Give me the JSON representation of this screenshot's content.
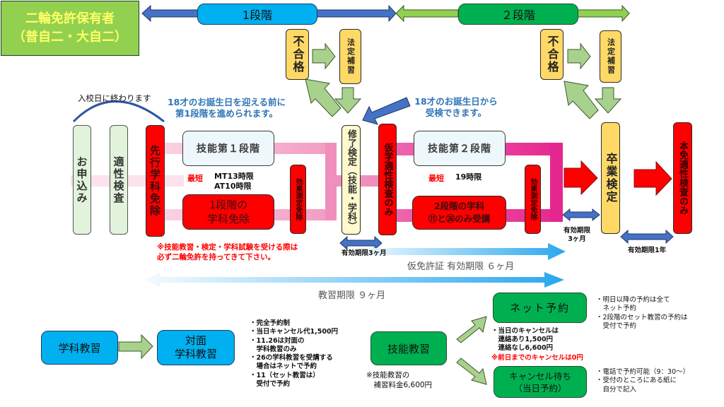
{
  "title_box": {
    "line1": "二輪免許保有者",
    "line2": "（普自二・大自二）"
  },
  "stage_headers": [
    {
      "label": "1段階",
      "color": "#00b0f0"
    },
    {
      "label": "２段階",
      "color": "#00b050"
    }
  ],
  "retry_loops": [
    {
      "fail": "不合格",
      "supplement": "法定補習"
    },
    {
      "fail": "不合格",
      "supplement": "法定補習"
    }
  ],
  "notes_top": {
    "enroll_day": "入校日に終わります",
    "before_18": "18才のお誕生日を迎える前に\n第1段階を進められます。",
    "from_18": "18才のお誕生日から\n受検できます。"
  },
  "flow_columns": {
    "apply": "お申込み",
    "aptitude": "適性検査",
    "advance_exempt": "先行学科免除",
    "effect_exempt_1": "効果測定免除",
    "completion_exam": "修了検定（技能・学科）",
    "provisional_aptitude": "仮学適性検査のみ",
    "effect_exempt_2": "効果測定免除",
    "graduation_exam": "卒業検定",
    "license_aptitude": "本免適性検査のみ"
  },
  "stage1": {
    "skill": "技能第１段階",
    "min_label": "最短",
    "min_hours": "MT13時限\nAT10時限",
    "academic_line1": "1段階の",
    "academic_line2": "学科免除"
  },
  "stage2": {
    "skill": "技能第２段階",
    "min_label": "最短",
    "min_hours": "19時限",
    "academic_line1": "2段階の学科",
    "academic_line2": "⑪と㉖のみ受講"
  },
  "validity": {
    "after_completion": "有効期限3ヶ月",
    "after_stage2": "有効期限\n3ヶ月",
    "after_graduation": "有効期限1年",
    "provisional": "仮免許証 有効期限 ６ヶ月",
    "training": "教習期限 ９ヶ月"
  },
  "warning": "※技能教習・検定・学科試験を受ける際は\n必ず二輪免許を持ってきて下さい。",
  "academic": {
    "label": "学科教習",
    "target": "対面\n学科教習",
    "notes": "・完全予約制\n・当日キャンセル代1,500円\n・11.26は対面の\n　学科教習のみ\n・26の学科教習を受講する\n　場合はネットで予約\n・11（セット教習は）\n　受付で予約"
  },
  "skill_training": {
    "label": "技能教習",
    "fee_note": "※技能教習の\n　補習料金6,600円",
    "net": {
      "label": "ネット予約",
      "side_notes": "・明日以降の予約は全て\n　ネット予約\n・2段階のセット教習の予約は\n　受付で予約",
      "cancel_notes": "・当日のキャンセルは\n　連絡あり1,500円\n　連絡なし6,600円",
      "cancel_red": "※前日までのキャンセルは0円"
    },
    "waitlist": {
      "label": "キャンセル待ち\n（当日予約）",
      "side_notes": "・電話で予約可能（9：30～）\n・受付のところにある紙に\n　自分で記入"
    }
  },
  "colors": {
    "green_title": "#92d050",
    "title_text": "#ffff66",
    "red_box": "#ff0000",
    "yellow_box": "#ffd966",
    "stage1_track": "#f4a6c8",
    "stage2_track": "#e8339a",
    "arrow_blue": "#4472c4",
    "arrow_green": "#a9d18e"
  }
}
